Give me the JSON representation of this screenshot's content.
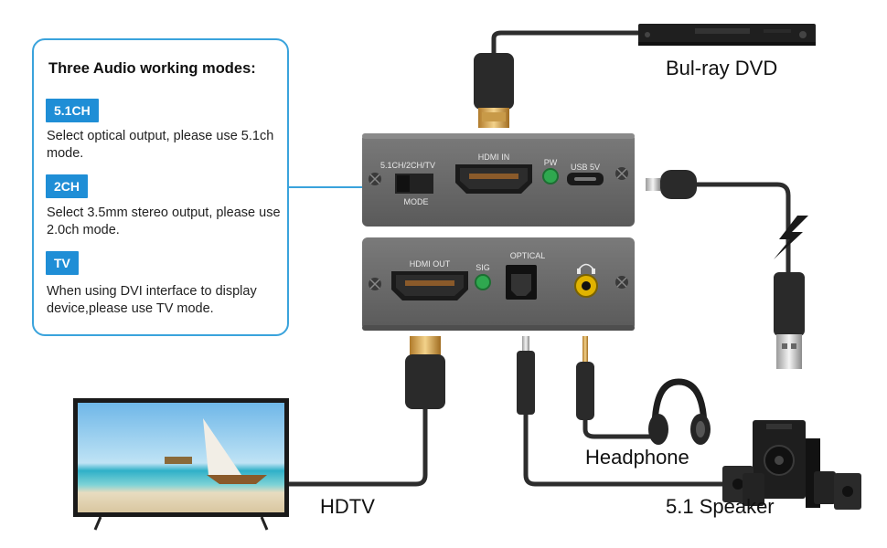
{
  "info": {
    "title": "Three Audio working modes:",
    "modes": [
      {
        "badge": "5.1CH",
        "desc": "Select optical output, please use 5.1ch mode."
      },
      {
        "badge": "2CH",
        "desc": "Select 3.5mm stereo output, please use 2.0ch mode."
      },
      {
        "badge": "TV",
        "desc": "When using DVI interface to display device,please use TV mode."
      }
    ]
  },
  "labels": {
    "dvd": "Bul-ray DVD",
    "hdtv": "HDTV",
    "headphone": "Headphone",
    "speaker": "5.1 Speaker"
  },
  "top_panel": {
    "switch_label": "5.1CH/2CH/TV",
    "mode_label": "MODE",
    "hdmi_in": "HDMI IN",
    "pw": "PW",
    "usb": "USB 5V"
  },
  "bottom_panel": {
    "hdmi_out": "HDMI OUT",
    "sig": "SIG",
    "optical": "OPTICAL"
  },
  "colors": {
    "accent": "#1f8ed6",
    "box_border": "#3aa3dc",
    "panel": "#6a6a6a",
    "led": "#2fa84f",
    "cable": "#2d2d2d"
  }
}
